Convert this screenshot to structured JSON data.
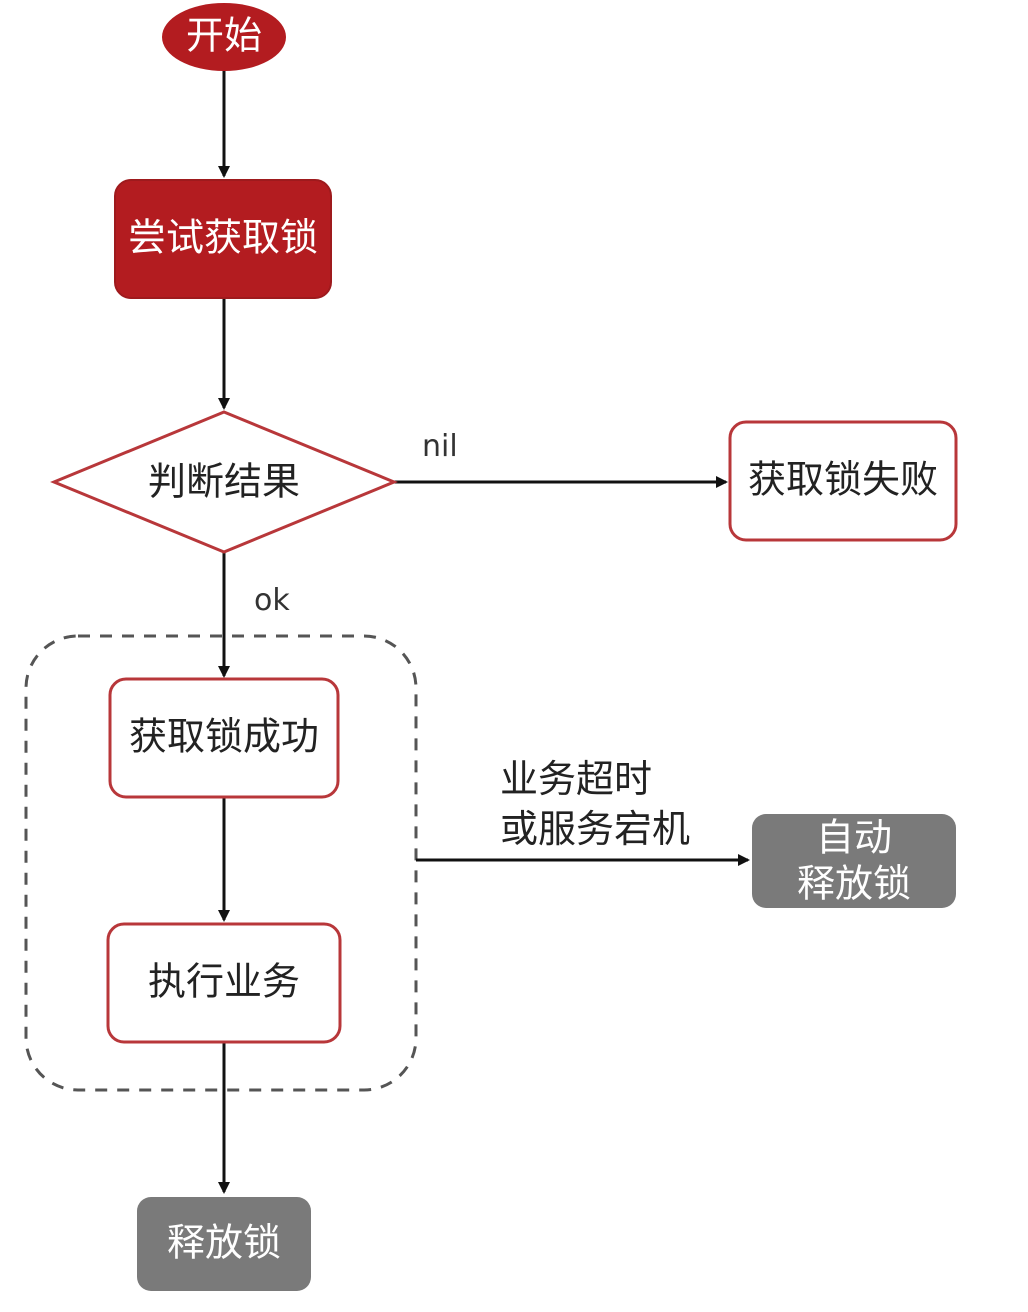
{
  "nodes": {
    "start": "开始",
    "try_lock": "尝试获取锁",
    "judge": "判断结果",
    "fail": "获取锁失败",
    "success": "获取锁成功",
    "execute": "执行业务",
    "auto_release_line1": "自动",
    "auto_release_line2": "释放锁",
    "release": "释放锁"
  },
  "edges": {
    "nil_label": "nil",
    "ok_label": "ok",
    "timeout_line1": "业务超时",
    "timeout_line2": "或服务宕机"
  },
  "colors": {
    "primary_red": "#b31c20",
    "border_red": "#b8373a",
    "gray_box": "#7a7a7a",
    "line": "#111111",
    "dashed": "#555555"
  }
}
